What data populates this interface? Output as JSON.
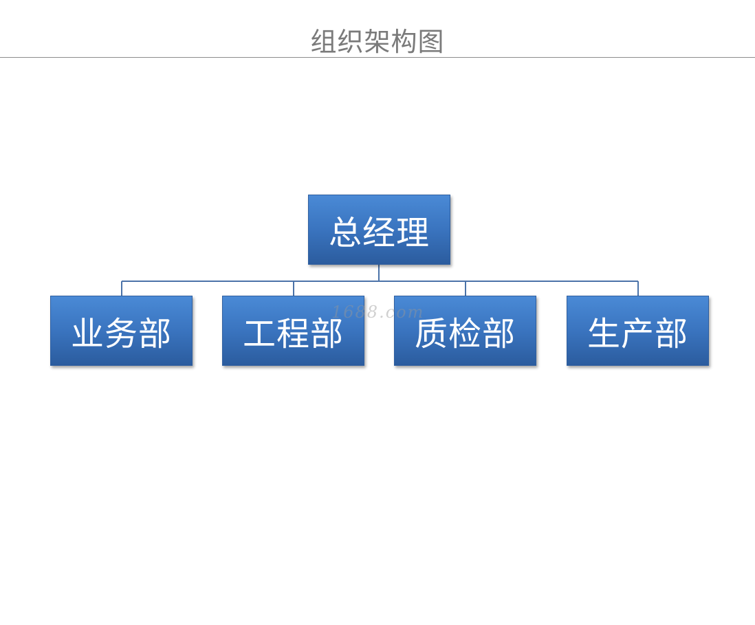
{
  "page": {
    "title": "组织架构图"
  },
  "org_chart": {
    "root": {
      "label": "总经理"
    },
    "children": [
      {
        "label": "业务部"
      },
      {
        "label": "工程部"
      },
      {
        "label": "质检部"
      },
      {
        "label": "生产部"
      }
    ]
  },
  "watermark": "1688.com",
  "colors": {
    "box_fill": "#3a74bf",
    "box_border": "#2e5e9f",
    "connector": "#4a72a8",
    "title_text": "#7a7a7a"
  }
}
